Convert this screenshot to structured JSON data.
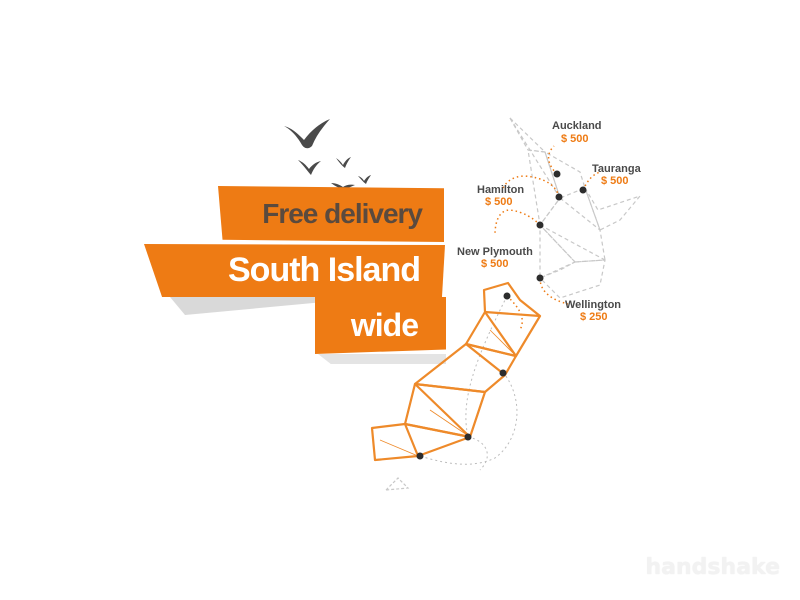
{
  "banner": {
    "line1": "Free delivery",
    "line2": "South Island",
    "line3": "wide"
  },
  "cities": [
    {
      "name": "Auckland",
      "price": "$ 500"
    },
    {
      "name": "Tauranga",
      "price": "$ 500"
    },
    {
      "name": "Hamilton",
      "price": "$ 500"
    },
    {
      "name": "New Plymouth",
      "price": "$ 500"
    },
    {
      "name": "Wellington",
      "price": "$ 250"
    }
  ],
  "watermark": "handshake",
  "colors": {
    "accent": "#ee7b14",
    "text_dark": "#4a4a4a",
    "map_gray": "#cfcfcf"
  },
  "icons": [
    "bird-icon"
  ]
}
